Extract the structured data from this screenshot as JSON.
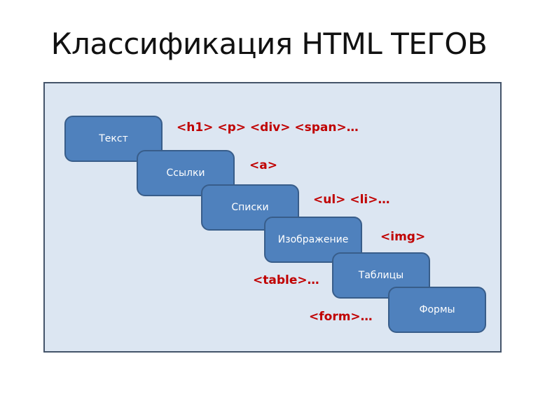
{
  "title": "Классификация HTML ТЕГОВ",
  "colors": {
    "panel_bg": "#dce6f2",
    "panel_border": "#44546a",
    "box_fill": "#4f81bd",
    "box_border": "#385d8a",
    "tag_text": "#c00000"
  },
  "categories": [
    {
      "label": "Текст",
      "tags": "<h1> <p> <div> <span>…"
    },
    {
      "label": "Ссылки",
      "tags": "<a>"
    },
    {
      "label": "Списки",
      "tags": "<ul> <li>…"
    },
    {
      "label": "Изображение",
      "tags": "<img>"
    },
    {
      "label": "Таблицы",
      "tags": "<table>…"
    },
    {
      "label": "Формы",
      "tags": "<form>…"
    }
  ]
}
